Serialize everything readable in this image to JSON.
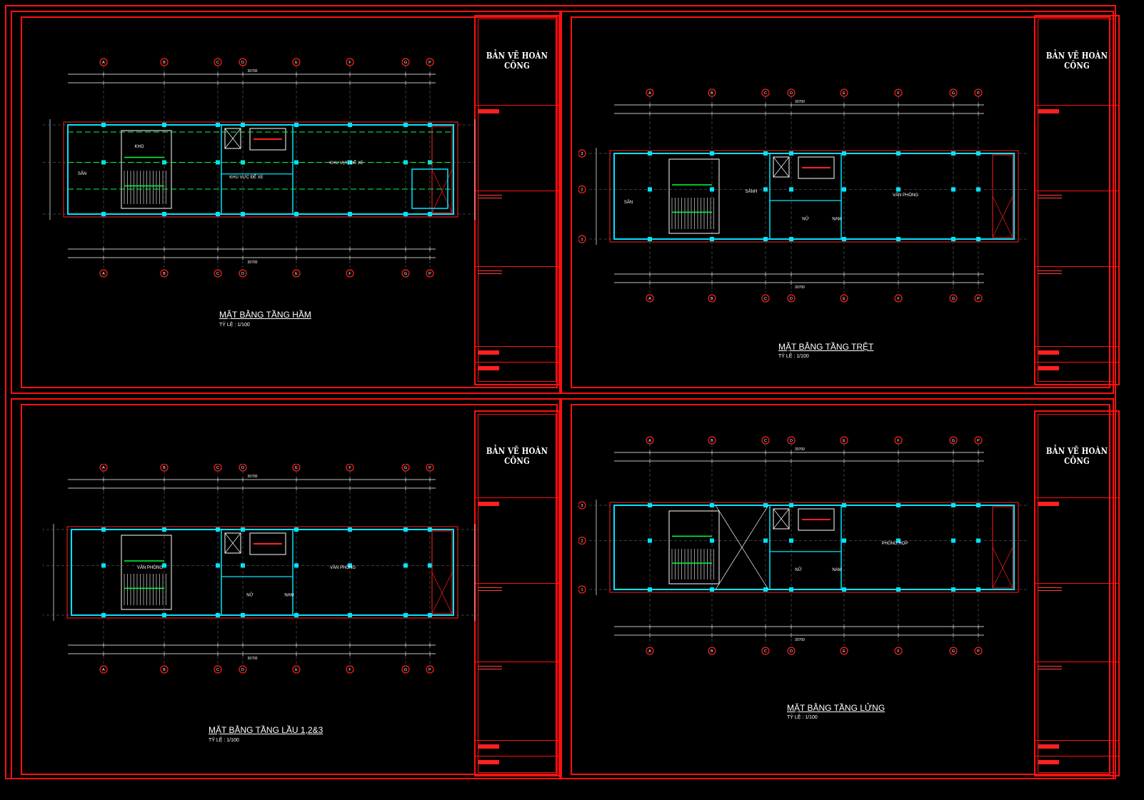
{
  "title_block_text": "BẢN VẼ HOÀN CÔNG",
  "grid_columns": [
    "A",
    "B",
    "C",
    "D",
    "E",
    "F",
    "G",
    "P"
  ],
  "grid_rows": [
    "1",
    "2",
    "3"
  ],
  "colors": {
    "frame": "#ff1010",
    "wall": "#00e5ff",
    "dimension": "#ffffff",
    "grid_bubble": "#ff2020",
    "stair_accent": "#00ff40"
  },
  "plans": [
    {
      "title": "MẶT BẰNG TẦNG HẦM",
      "scale": "TỶ LỆ : 1/100",
      "labels": [
        "SÂN",
        "KHU VỰC ĐỂ XE",
        "KHU VỰC ĐỂ XE",
        "KHO"
      ],
      "overall": "30700"
    },
    {
      "title": "MẶT BẰNG TẦNG TRỆT",
      "scale": "TỶ LỆ : 1/100",
      "labels": [
        "SÂN",
        "SẢNH",
        "NỮ",
        "NAM",
        "VĂN PHÒNG"
      ],
      "overall": "30700"
    },
    {
      "title": "MẶT BẰNG TẦNG LẦU 1,2&3",
      "scale": "TỶ LỆ : 1/100",
      "labels": [
        "VĂN PHÒNG",
        "VĂN PHÒNG",
        "NỮ",
        "NAM"
      ],
      "overall": "30700"
    },
    {
      "title": "MẶT BẰNG TẦNG LỬNG",
      "scale": "TỶ LỆ : 1/100",
      "labels": [
        "PHÒNG HỌP",
        "NỮ",
        "NAM"
      ],
      "overall": "30700"
    }
  ]
}
